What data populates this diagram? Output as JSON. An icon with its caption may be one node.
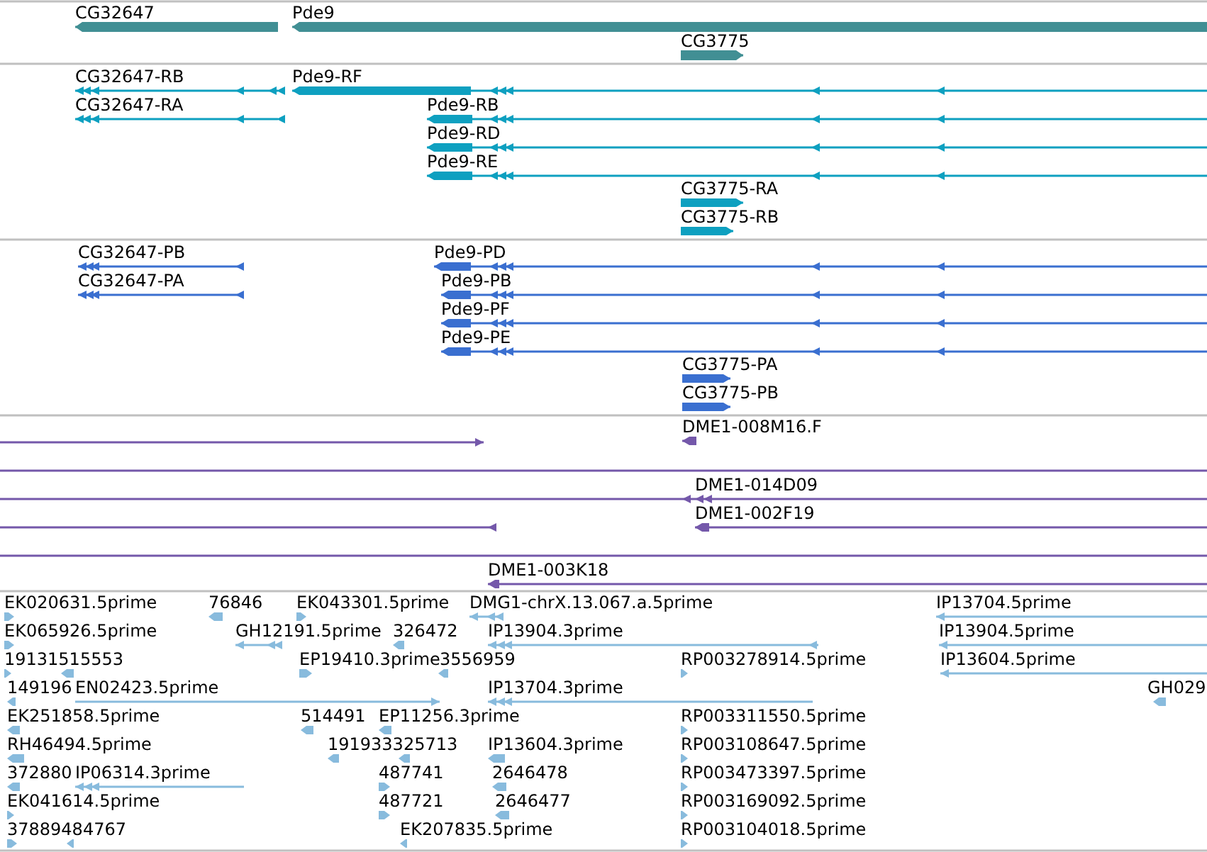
{
  "diagram": {
    "labels": [
      "CG32647",
      "Pde9",
      "CG3775",
      "CG32647-RB",
      "Pde9-RF",
      "CG32647-RA",
      "Pde9-RB",
      "Pde9-RD",
      "Pde9-RE",
      "CG3775-RA",
      "CG3775-RB",
      "CG32647-PB",
      "Pde9-PD",
      "CG32647-PA",
      "Pde9-PB",
      "Pde9-PF",
      "Pde9-PE",
      "CG3775-PA",
      "CG3775-PB",
      "DME1-008M16.F",
      "DME1-014D09",
      "DME1-002F19",
      "DME1-003K18",
      "EK020631.5prime",
      "76846",
      "EK043301.5prime",
      "DMG1-chrX.13.067.a.5prime",
      "IP13704.5prime",
      "EK065926.5prime",
      "GH12191.5prime",
      "326472",
      "IP13904.3prime",
      "IP13904.5prime",
      "19131515553",
      "EP19410.3prime",
      "3556959",
      "RP003278914.5prime",
      "IP13604.5prime",
      "149196",
      "EN02423.5prime",
      "IP13704.3prime",
      "GH029",
      "EK251858.5prime",
      "514491",
      "EP11256.3prime",
      "RP003311550.5prime",
      "RH46494.5prime",
      "191933325713",
      "IP13604.3prime",
      "RP003108647.5prime",
      "372880",
      "IP06314.3prime",
      "487741",
      "2646478",
      "RP003473397.5prime",
      "EK041614.5prime",
      "487721",
      "2646477",
      "RP003169092.5prime",
      "37889484767",
      "EK207835.5prime",
      "RP003104018.5prime"
    ]
  }
}
